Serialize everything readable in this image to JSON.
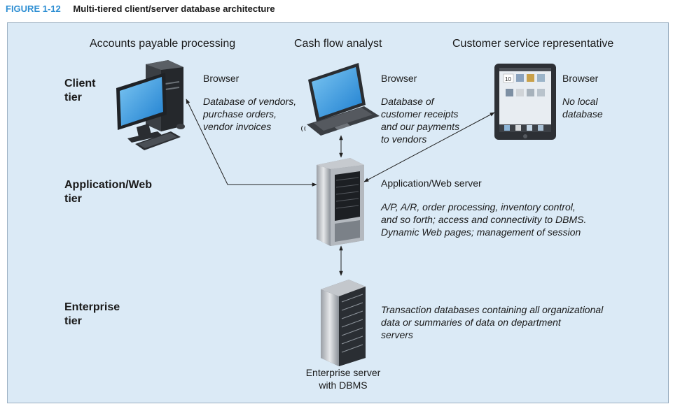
{
  "figure": {
    "number": "FIGURE 1-12",
    "title": "Multi-tiered client/server database architecture"
  },
  "roles": {
    "accounts_payable": "Accounts payable processing",
    "cash_flow": "Cash flow analyst",
    "customer_service": "Customer service representative"
  },
  "tiers": {
    "client": [
      "Client",
      "tier"
    ],
    "application": [
      "Application/Web",
      "tier"
    ],
    "enterprise": [
      "Enterprise",
      "tier"
    ]
  },
  "clients": {
    "desktop": {
      "label": "Browser",
      "desc": [
        "Database of vendors,",
        "purchase orders,",
        "vendor invoices"
      ]
    },
    "laptop": {
      "label": "Browser",
      "desc": [
        "Database of",
        "customer receipts",
        "and our payments",
        "to vendors"
      ]
    },
    "tablet": {
      "label": "Browser",
      "desc": [
        "No local",
        "database"
      ],
      "screen_text": "10"
    }
  },
  "app_server": {
    "label": "Application/Web server",
    "desc": [
      "A/P, A/R, order processing, inventory control,",
      "and so forth; access and connectivity to DBMS.",
      "Dynamic Web pages; management of session"
    ]
  },
  "enterprise": {
    "desc": [
      "Transaction databases containing all organizational",
      "data or summaries of data on department",
      "servers"
    ],
    "label": [
      "Enterprise server",
      "with DBMS"
    ]
  },
  "colors": {
    "figure_number": "#2f8fd3",
    "panel_background": "#dbeaf6",
    "panel_border": "#9cb0c2",
    "screen_blue": "#1e7fd0",
    "connector": "#222222"
  },
  "icons": [
    "desktop-computer-icon",
    "laptop-icon",
    "tablet-icon",
    "application-server-icon",
    "enterprise-server-icon"
  ]
}
